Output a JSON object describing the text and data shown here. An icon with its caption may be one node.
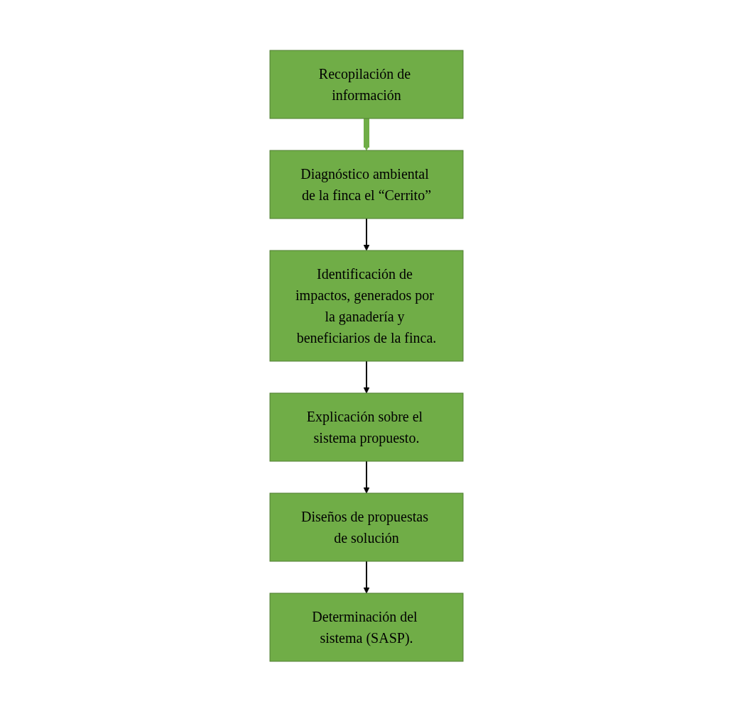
{
  "diagram": {
    "nodes": [
      {
        "text": [
          "Recopilación de información"
        ]
      },
      {
        "text": [
          "Diagnóstico ambiental de la finca el “Cerrito”"
        ]
      },
      {
        "text": [
          "Identificación de impactos, generados por la ganadería y beneficiarios de la finca."
        ]
      },
      {
        "text": [
          "Explicación sobre el sistema propuesto."
        ]
      },
      {
        "text": [
          "Determinación del sistema (SASP)."
        ]
      },
      {
        "text": [
          "Diseños de propuestas de solución"
        ]
      }
    ],
    "edges": [
      {
        "from": 0,
        "to": 1,
        "arrow": "to",
        "style": "thick",
        "color": "#70ad47"
      },
      {
        "from": 1,
        "to": 2,
        "arrow": "to"
      },
      {
        "from": 2,
        "to": 3,
        "arrow": "to"
      },
      {
        "from": 3,
        "to": 5,
        "arrow": "to"
      },
      {
        "from": 5,
        "to": 4,
        "arrow": "to"
      }
    ]
  }
}
